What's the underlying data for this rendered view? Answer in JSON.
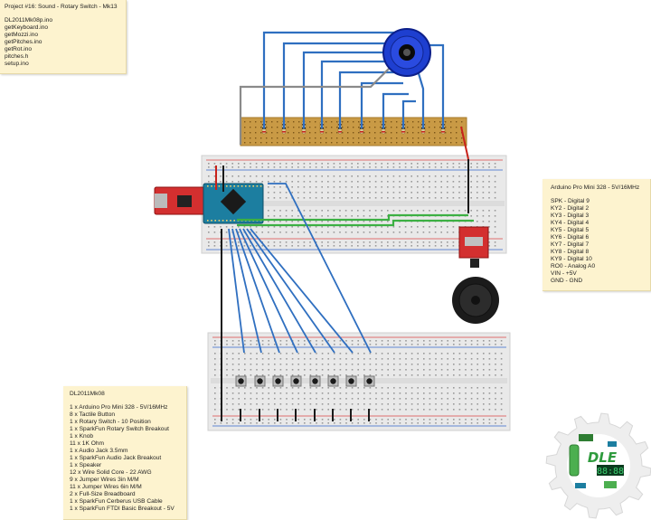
{
  "project_note": {
    "title": "Project #16: Sound - Rotary Switch - Mk13",
    "files": [
      "DL2011Mk08p.ino",
      "getKeyboard.ino",
      "getMozzi.ino",
      "getPitches.ino",
      "getRot.ino",
      "pitches.h",
      "setup.ino"
    ]
  },
  "pin_note": {
    "title": "Arduino Pro Mini 328 - 5V/16MHz",
    "pins": [
      "SPK - Digital 9",
      "KY2 - Digital 2",
      "KY3 - Digital 3",
      "KY4 - Digital 4",
      "KY5 - Digital 5",
      "KY6 - Digital 6",
      "KY7 - Digital 7",
      "KY8 - Digital 8",
      "KY9 - Digital 10",
      "RO0 - Analog A0",
      "VIN - +5V",
      "GND - GND"
    ]
  },
  "parts_note": {
    "title": "DL2011Mk08",
    "parts": [
      "1 x Arduino Pro Mini 328 - 5V/16MHz",
      "8 x Tactile Button",
      "1 x Rotary Switch - 10 Position",
      "1 x SparkFun Rotary Switch Breakout",
      "1 x Knob",
      "11 x 1K Ohm",
      "1 x Audio Jack 3.5mm",
      "1 x SparkFun Audio Jack Breakout",
      "1 x Speaker",
      "12 x Wire Solid Core - 22 AWG",
      "9 x Jumper Wires 3in M/M",
      "11 x Jumper Wires 6in M/M",
      "2 x Full-Size Breadboard",
      "1 x SparkFun Cerberus USB Cable",
      "1 x SparkFun FTDI Basic Breakout - 5V"
    ]
  },
  "logo": {
    "text": "DLE"
  },
  "colors": {
    "wire_blue": "#2f6fc0",
    "wire_green": "#3cb043",
    "wire_black": "#1a1a1a",
    "wire_gray": "#8a8a8a",
    "wire_red": "#c8221b",
    "note_bg": "#fdf3cf",
    "board_teal": "#1c7ea0",
    "breakout_red": "#d32f2f"
  },
  "icons": [
    "rotary-knob-icon",
    "speaker-icon",
    "gear-logo-icon"
  ]
}
